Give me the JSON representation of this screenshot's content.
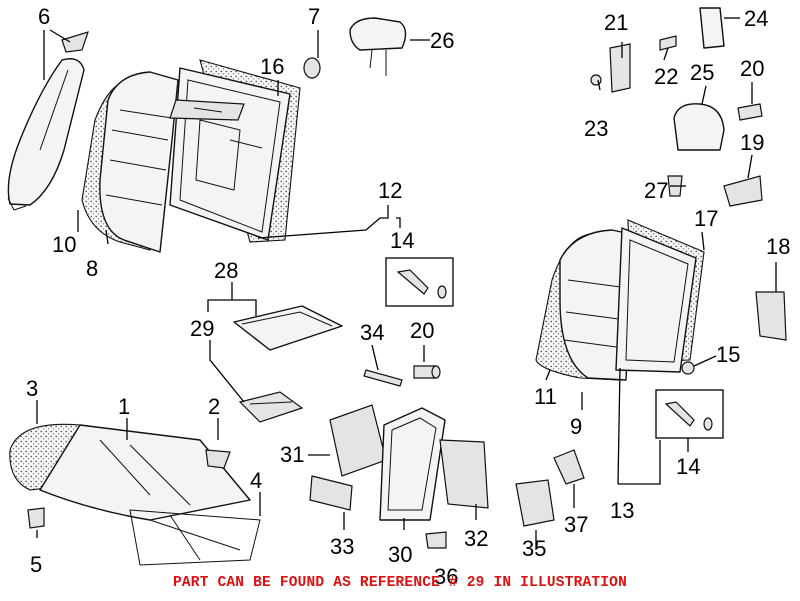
{
  "callouts": [
    "1",
    "2",
    "3",
    "4",
    "5",
    "6",
    "7",
    "8",
    "9",
    "10",
    "11",
    "12",
    "13",
    "14",
    "14",
    "15",
    "16",
    "17",
    "18",
    "19",
    "20",
    "20",
    "21",
    "22",
    "23",
    "24",
    "25",
    "26",
    "27",
    "28",
    "29",
    "30",
    "31",
    "32",
    "33",
    "34",
    "35",
    "36",
    "37"
  ],
  "footer_note": "PART CAN BE FOUND AS REFERENCE # 29 IN ILLUSTRATION",
  "colors": {
    "note": "#dd1111",
    "line": "#111111"
  }
}
